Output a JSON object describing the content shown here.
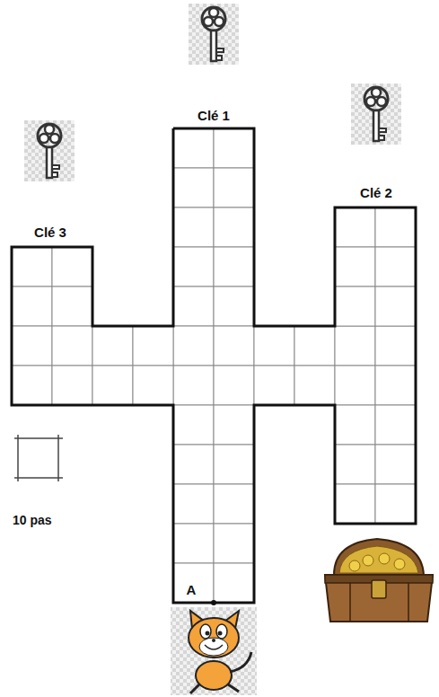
{
  "diagram": {
    "labels": [
      "Clé 1",
      "Clé 2",
      "Clé 3",
      "10 pas",
      "A"
    ]
  }
}
